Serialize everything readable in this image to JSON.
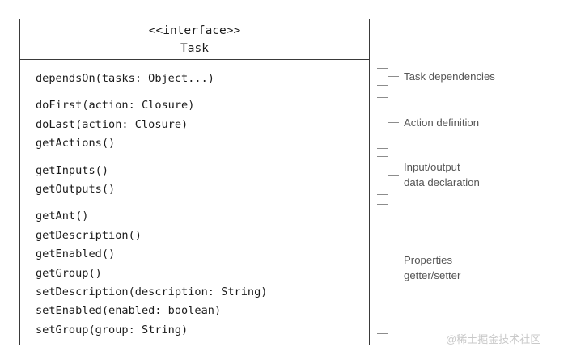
{
  "diagram": {
    "type": "uml-interface-class-diagram",
    "colors": {
      "box_border": "#3a3a3a",
      "text": "#1c1c1c",
      "bracket": "#8c8c8c",
      "annotation_text": "#555555",
      "watermark": "#c9c9c9",
      "background": "#ffffff"
    },
    "class_box": {
      "stereotype": "<<interface>>",
      "class_name": "Task",
      "member_groups": [
        {
          "group_name": "dependencies",
          "members": [
            "dependsOn(tasks: Object...)"
          ]
        },
        {
          "group_name": "actions",
          "members": [
            "doFirst(action: Closure)",
            "doLast(action: Closure)",
            "getActions()"
          ]
        },
        {
          "group_name": "inputs-outputs",
          "members": [
            "getInputs()",
            "getOutputs()"
          ]
        },
        {
          "group_name": "properties",
          "members": [
            "getAnt()",
            "getDescription()",
            "getEnabled()",
            "getGroup()",
            "setDescription(description: String)",
            "setEnabled(enabled: boolean)",
            "setGroup(group: String)"
          ]
        }
      ]
    },
    "annotations": [
      {
        "label": "Task dependencies"
      },
      {
        "label": "Action definition"
      },
      {
        "label": "Input/output\ndata declaration"
      },
      {
        "label": "Properties\ngetter/setter"
      }
    ],
    "watermark": "@稀土掘金技术社区"
  }
}
